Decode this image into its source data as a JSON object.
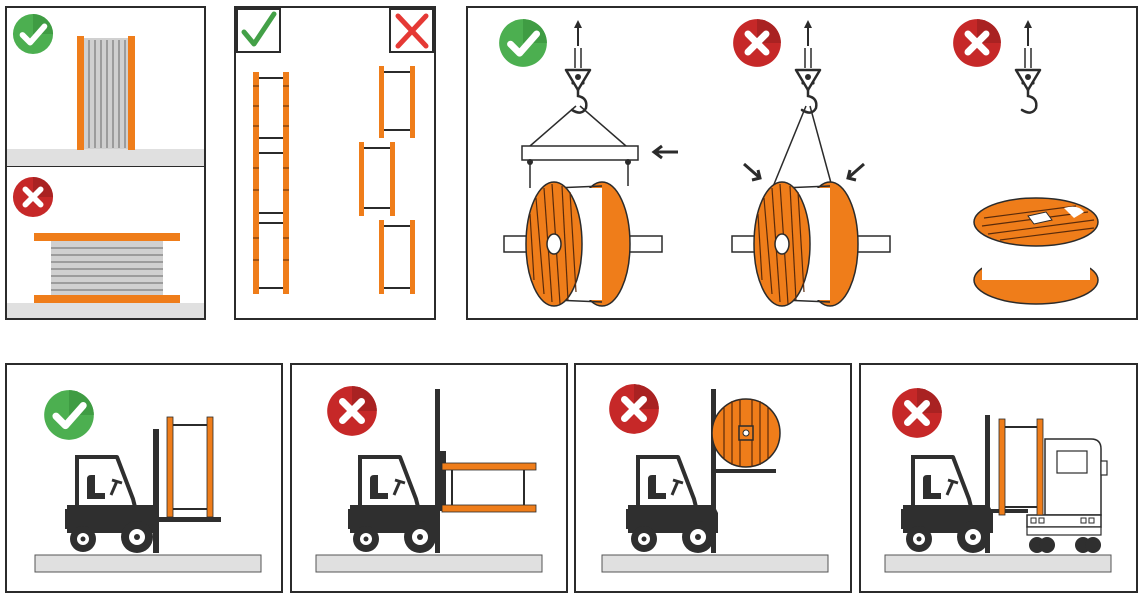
{
  "colors": {
    "reel_orange": "#ef7d1a",
    "reel_stripe": "#5a2a0a",
    "ok_green": "#4caf50",
    "ok_green_dark": "#2e7d32",
    "bad_red": "#c62828",
    "bad_red_dark": "#8e1b1b",
    "ground_gray": "#e0e0e0",
    "forklift_dark": "#2f2f2f"
  },
  "icons": {
    "ok": "checkmark-icon",
    "bad": "cross-icon"
  },
  "panels": [
    {
      "id": "storage-orientation",
      "verdicts": [
        "ok",
        "bad"
      ]
    },
    {
      "id": "stacking",
      "verdicts": [
        "ok",
        "bad"
      ]
    },
    {
      "id": "crane-lifting",
      "verdicts": [
        "ok",
        "bad",
        "bad"
      ]
    },
    {
      "id": "forklift-upright-reel",
      "verdicts": [
        "ok"
      ]
    },
    {
      "id": "forklift-flat-reel",
      "verdicts": [
        "bad"
      ]
    },
    {
      "id": "forklift-reel-on-fork-tips",
      "verdicts": [
        "bad"
      ]
    },
    {
      "id": "forklift-reel-against-truck",
      "verdicts": [
        "bad"
      ]
    }
  ]
}
